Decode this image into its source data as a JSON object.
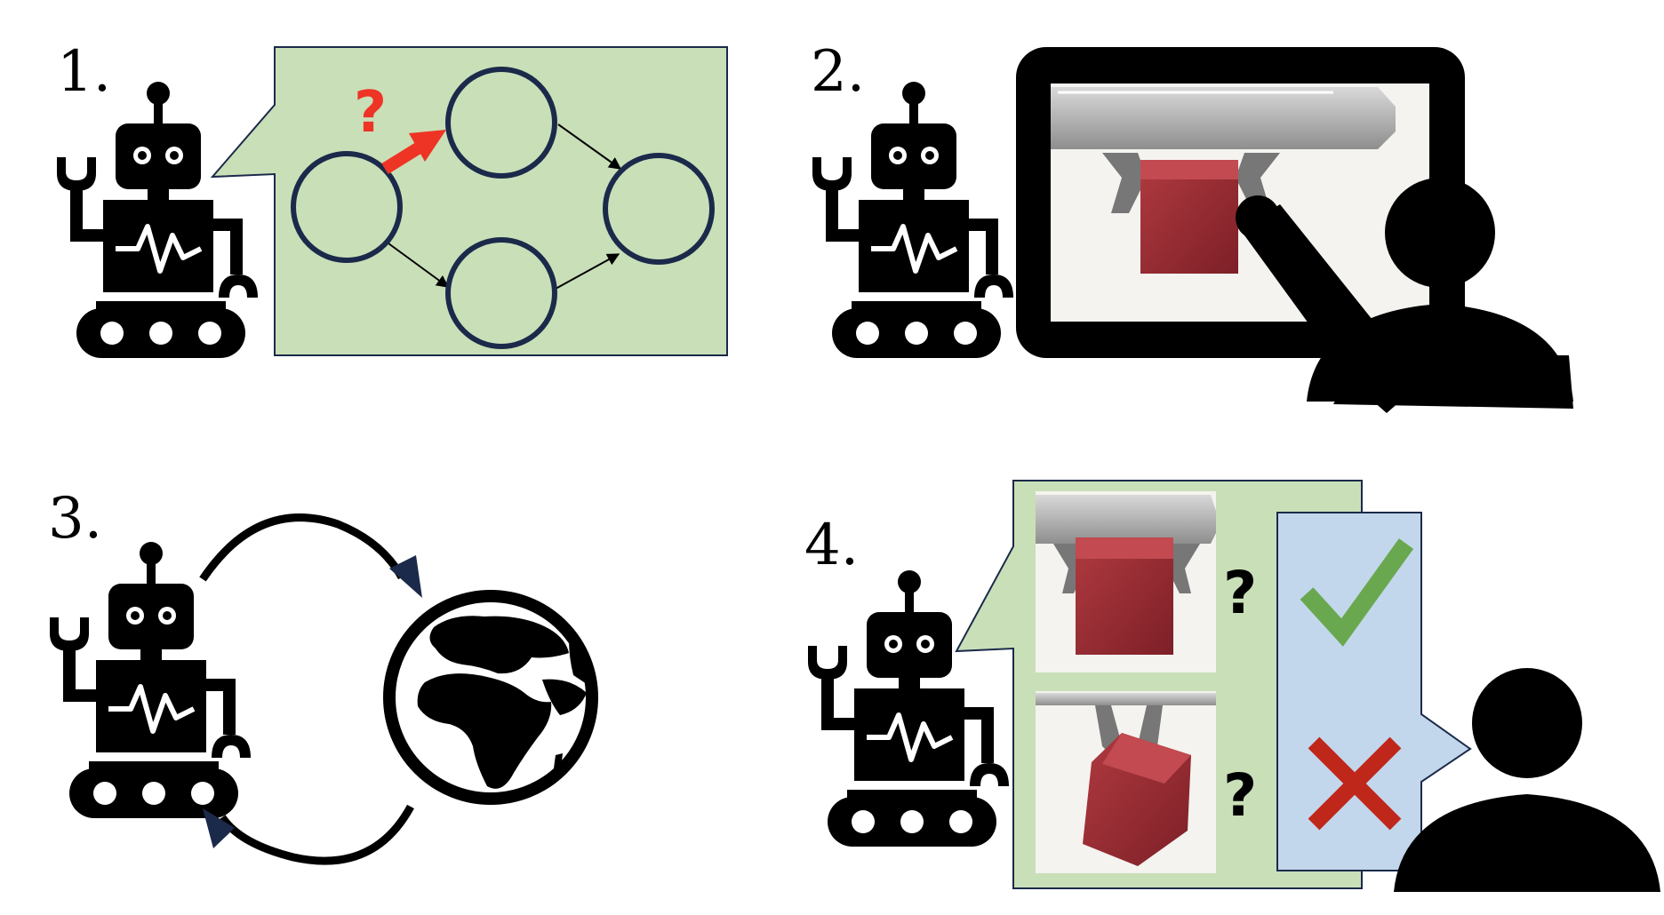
{
  "panels": [
    {
      "number": "1.",
      "question_mark": "?"
    },
    {
      "number": "2."
    },
    {
      "number": "3."
    },
    {
      "number": "4.",
      "question_marks": [
        "?",
        "?"
      ]
    }
  ],
  "colors": {
    "speech_green": "#c9dfb8",
    "feedback_blue": "#c3d7ec",
    "node_stroke": "#1b2a4a",
    "red_arrow": "#ee3424",
    "check_green": "#6aa84f",
    "cross_red": "#c0271b",
    "cube_red": "#a8323a"
  },
  "icons": [
    "robot-icon",
    "person-icon",
    "globe-icon",
    "checkmark-icon",
    "cross-icon",
    "gripper-cube-image"
  ]
}
